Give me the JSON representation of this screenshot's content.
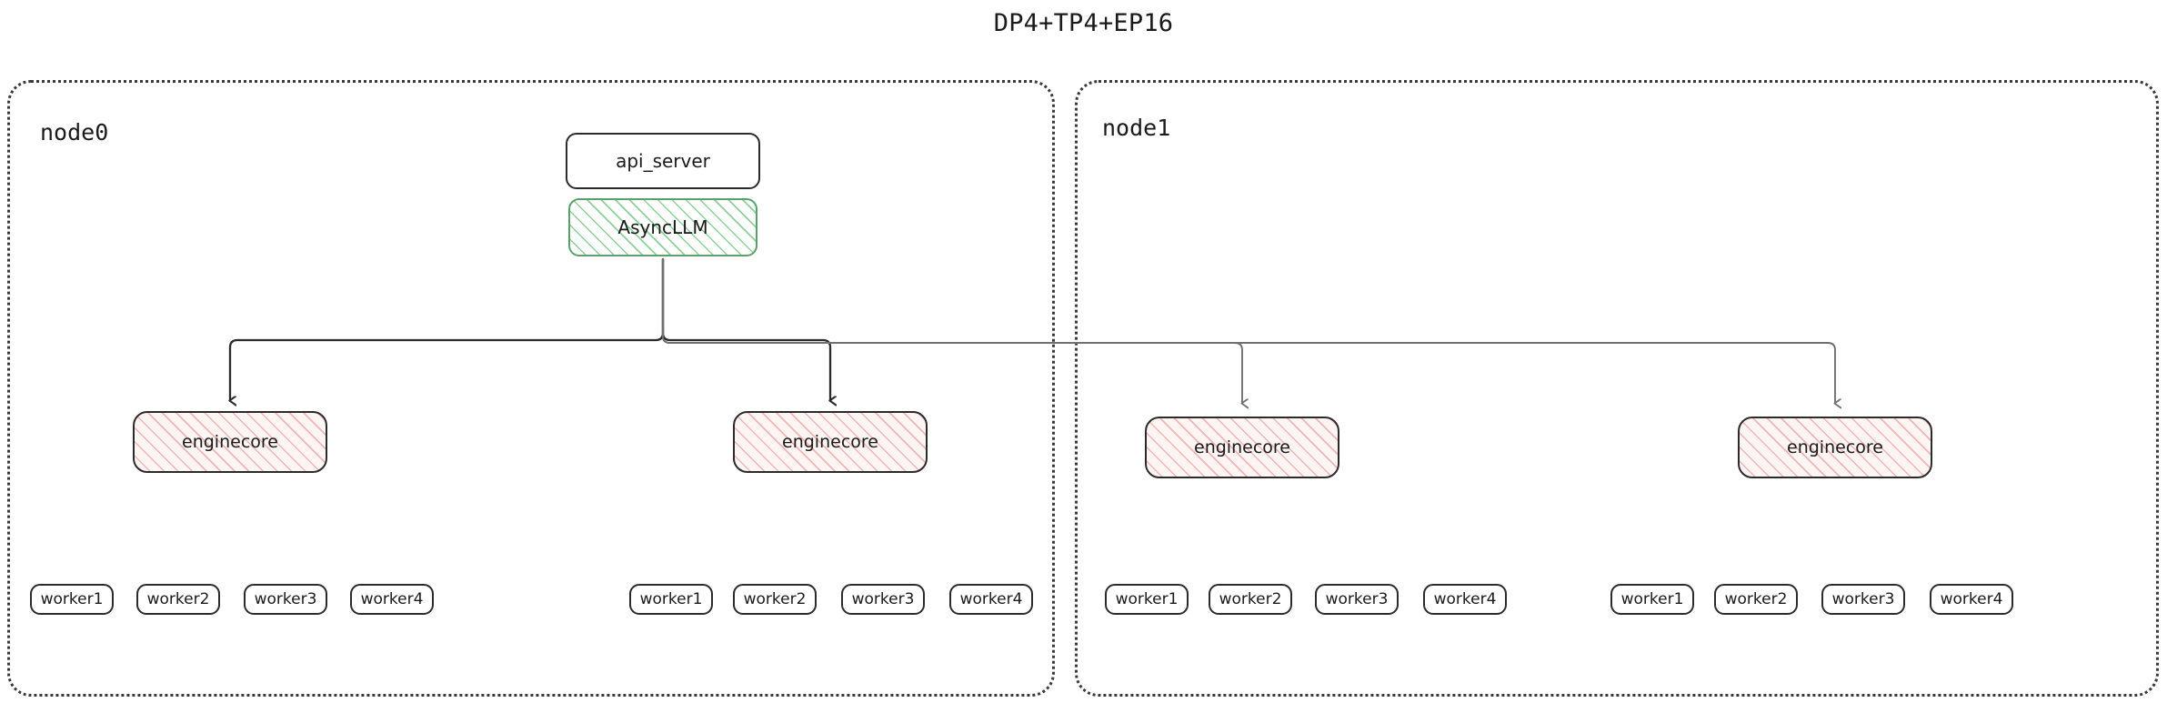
{
  "title": "DP4+TP4+EP16",
  "colors": {
    "text": "#1a1a1a",
    "box_border": "#2b2b2b",
    "async_border": "#5aa06a",
    "async_hatch": "#8ed19a",
    "engine_hatch": "#efb6b6",
    "engine_fill": "#fdf4f4",
    "node_border": "#3a3a3a",
    "arrow_local": "#2b2b2b",
    "arrow_remote": "#707070"
  },
  "nodes": [
    {
      "id": "node0",
      "label": "node0",
      "boxes": {
        "api_server": "api_server",
        "async_llm": "AsyncLLM"
      },
      "enginecores": [
        {
          "label": "enginecore",
          "workers": [
            "worker1",
            "worker2",
            "worker3",
            "worker4"
          ]
        },
        {
          "label": "enginecore",
          "workers": [
            "worker1",
            "worker2",
            "worker3",
            "worker4"
          ]
        }
      ]
    },
    {
      "id": "node1",
      "label": "node1",
      "enginecores": [
        {
          "label": "enginecore",
          "workers": [
            "worker1",
            "worker2",
            "worker3",
            "worker4"
          ]
        },
        {
          "label": "enginecore",
          "workers": [
            "worker1",
            "worker2",
            "worker3",
            "worker4"
          ]
        }
      ]
    }
  ]
}
